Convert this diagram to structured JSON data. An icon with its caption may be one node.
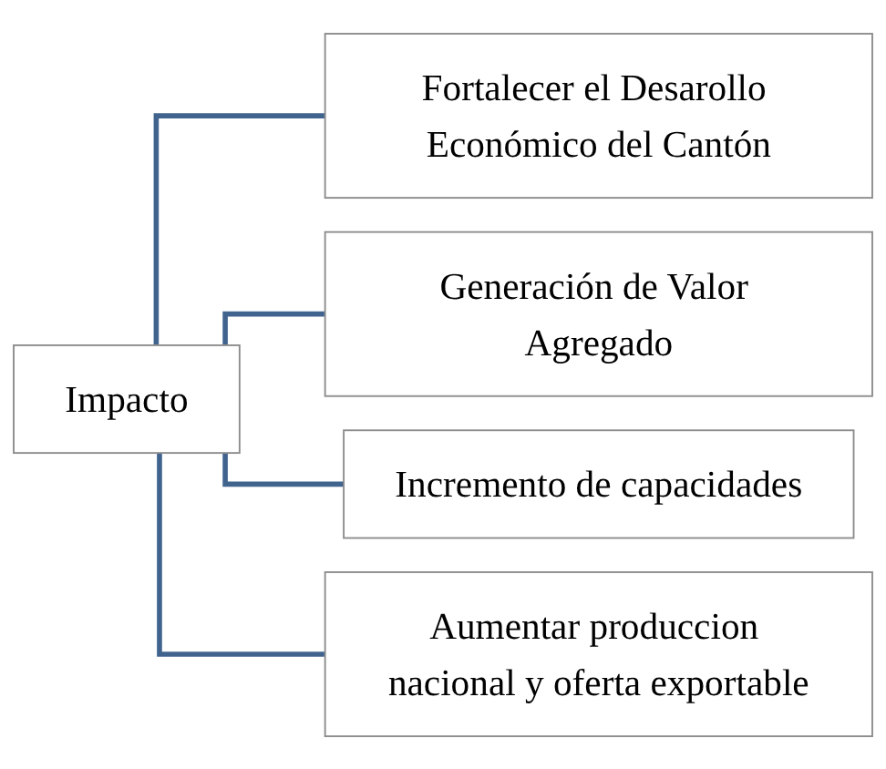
{
  "diagram": {
    "nodes": [
      {
        "text": [
          "Impacto"
        ]
      },
      {
        "text": [
          "Fortalecer el Desarollo Económico del Cantón"
        ]
      },
      {
        "text": [
          "Generación de Valor Agregado"
        ]
      },
      {
        "text": [
          "Incremento de capacidades"
        ]
      },
      {
        "text": [
          "Aumentar produccion nacional y oferta exportable"
        ]
      }
    ],
    "edges": [
      {
        "from": 0,
        "to": 1,
        "arrow": "none"
      },
      {
        "from": 0,
        "to": 2,
        "arrow": "none"
      },
      {
        "from": 0,
        "to": 3,
        "arrow": "none"
      },
      {
        "from": 0,
        "to": 4,
        "arrow": "none"
      }
    ]
  }
}
